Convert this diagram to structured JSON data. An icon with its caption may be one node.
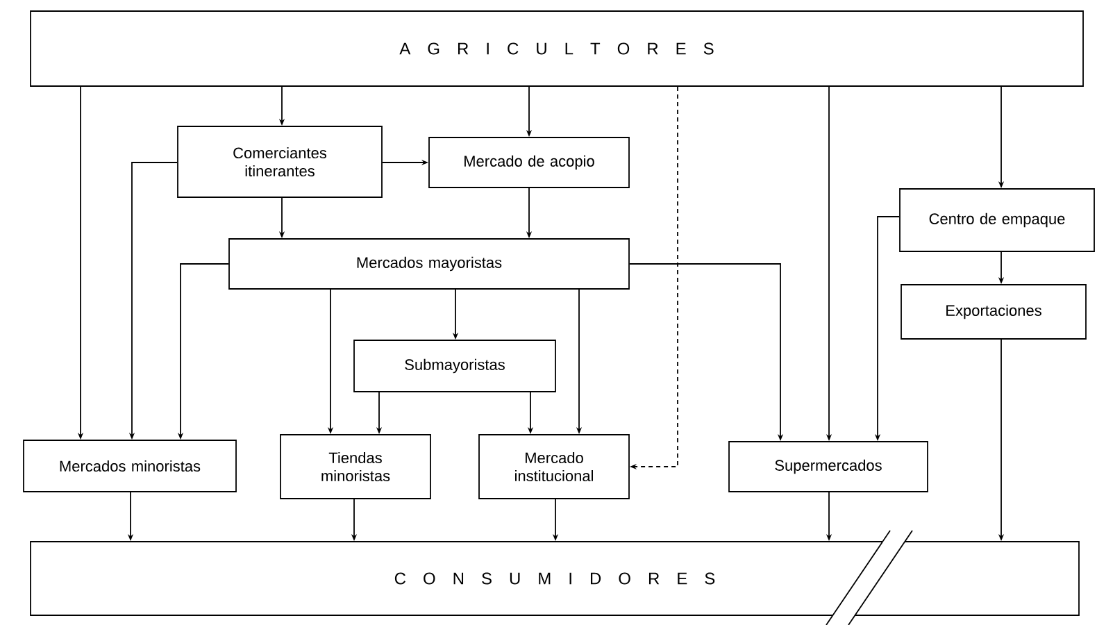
{
  "diagram": {
    "nodes": [
      {
        "text": [
          "A G R I C U L T O R E S"
        ]
      },
      {
        "text": [
          "Comerciantes itinerantes"
        ]
      },
      {
        "text": [
          "Mercado de acopio"
        ]
      },
      {
        "text": [
          "Centro de empaque"
        ]
      },
      {
        "text": [
          "Mercados mayoristas"
        ]
      },
      {
        "text": [
          "Exportaciones"
        ]
      },
      {
        "text": [
          "Submayoristas"
        ]
      },
      {
        "text": [
          "Mercados minoristas"
        ]
      },
      {
        "text": [
          "Tiendas minoristas"
        ]
      },
      {
        "text": [
          "Mercado institucional"
        ]
      },
      {
        "text": [
          "Supermercados"
        ]
      },
      {
        "text": [
          "C O N S U M I D O R E S"
        ]
      }
    ],
    "edges": [
      {
        "from": 0,
        "to": 7,
        "arrow": "to"
      },
      {
        "from": 0,
        "to": 1,
        "arrow": "to"
      },
      {
        "from": 0,
        "to": 2,
        "arrow": "to"
      },
      {
        "from": 0,
        "to": 9,
        "arrow": "to",
        "style": "dashed"
      },
      {
        "from": 0,
        "to": 10,
        "arrow": "to"
      },
      {
        "from": 0,
        "to": 3,
        "arrow": "to"
      },
      {
        "from": 1,
        "to": 2,
        "arrow": "to"
      },
      {
        "from": 1,
        "to": 7,
        "arrow": "to"
      },
      {
        "from": 1,
        "to": 4,
        "arrow": "to"
      },
      {
        "from": 2,
        "to": 4,
        "arrow": "to"
      },
      {
        "from": 4,
        "to": 7,
        "arrow": "to"
      },
      {
        "from": 4,
        "to": 8,
        "arrow": "to"
      },
      {
        "from": 4,
        "to": 6,
        "arrow": "to"
      },
      {
        "from": 4,
        "to": 9,
        "arrow": "to"
      },
      {
        "from": 4,
        "to": 10,
        "arrow": "to"
      },
      {
        "from": 6,
        "to": 8,
        "arrow": "to"
      },
      {
        "from": 6,
        "to": 9,
        "arrow": "to"
      },
      {
        "from": 3,
        "to": 10,
        "arrow": "to"
      },
      {
        "from": 3,
        "to": 5,
        "arrow": "to"
      },
      {
        "from": 5,
        "to": 11,
        "arrow": "to"
      },
      {
        "from": 7,
        "to": 11,
        "arrow": "to"
      },
      {
        "from": 8,
        "to": 11,
        "arrow": "to"
      },
      {
        "from": 9,
        "to": 11,
        "arrow": "to"
      },
      {
        "from": 10,
        "to": 11,
        "arrow": "to"
      }
    ]
  }
}
